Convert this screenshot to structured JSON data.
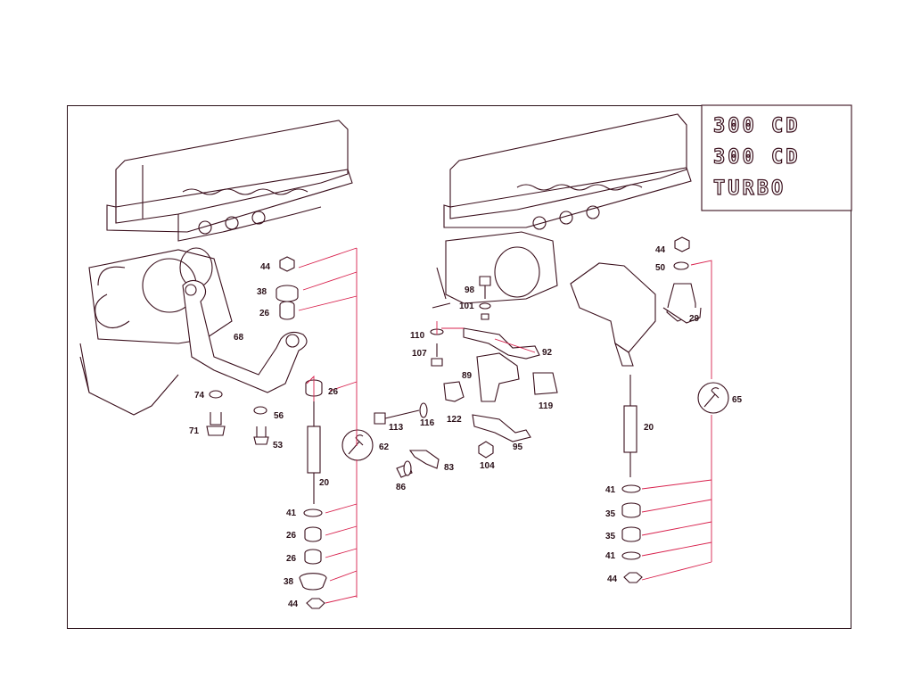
{
  "badges": [
    "300 CD",
    "300 CD",
    "TURBO"
  ],
  "callouts": {
    "left": [
      "44",
      "38",
      "26",
      "68",
      "26",
      "74",
      "56",
      "71",
      "53",
      "62",
      "20",
      "41",
      "26",
      "26",
      "38",
      "44"
    ],
    "center": [
      "98",
      "101",
      "110",
      "107",
      "92",
      "89",
      "113",
      "116",
      "122",
      "119",
      "95",
      "104",
      "83",
      "86"
    ],
    "right": [
      "44",
      "50",
      "29",
      "65",
      "20",
      "41",
      "35",
      "35",
      "41",
      "44"
    ]
  },
  "colors": {
    "ink": "#3a0f1c",
    "accent": "#d8204c",
    "frame": "#2a1018",
    "background": "#ffffff"
  }
}
